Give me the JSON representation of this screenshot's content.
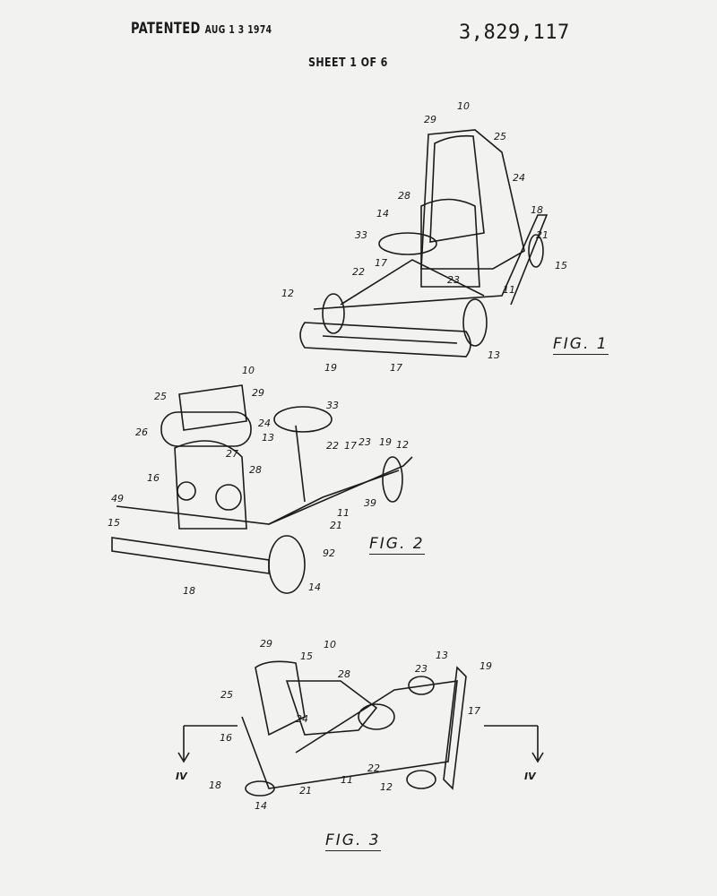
{
  "header": {
    "patented": "PATENTED",
    "date": "AUG 1 3 1974",
    "patent_number": "3,829,117",
    "sheet": "SHEET 1 OF 6"
  },
  "fig1": {
    "label": "FIG. 1",
    "numerals": [
      "10",
      "29",
      "25",
      "24",
      "28",
      "18",
      "14",
      "33",
      "21",
      "15",
      "17",
      "22",
      "23",
      "12",
      "11",
      "13",
      "19",
      "17"
    ]
  },
  "fig2": {
    "label": "FIG. 2",
    "numerals": [
      "10",
      "25",
      "29",
      "33",
      "26",
      "24",
      "13",
      "27",
      "22",
      "17",
      "23",
      "19",
      "12",
      "28",
      "16",
      "49",
      "21",
      "39",
      "11",
      "15",
      "92",
      "18",
      "14"
    ]
  },
  "fig3": {
    "label": "FIG. 3",
    "numerals": [
      "29",
      "15",
      "10",
      "13",
      "28",
      "23",
      "19",
      "25",
      "17",
      "24",
      "16",
      "IV",
      "IV",
      "18",
      "22",
      "21",
      "11",
      "12",
      "14"
    ]
  }
}
